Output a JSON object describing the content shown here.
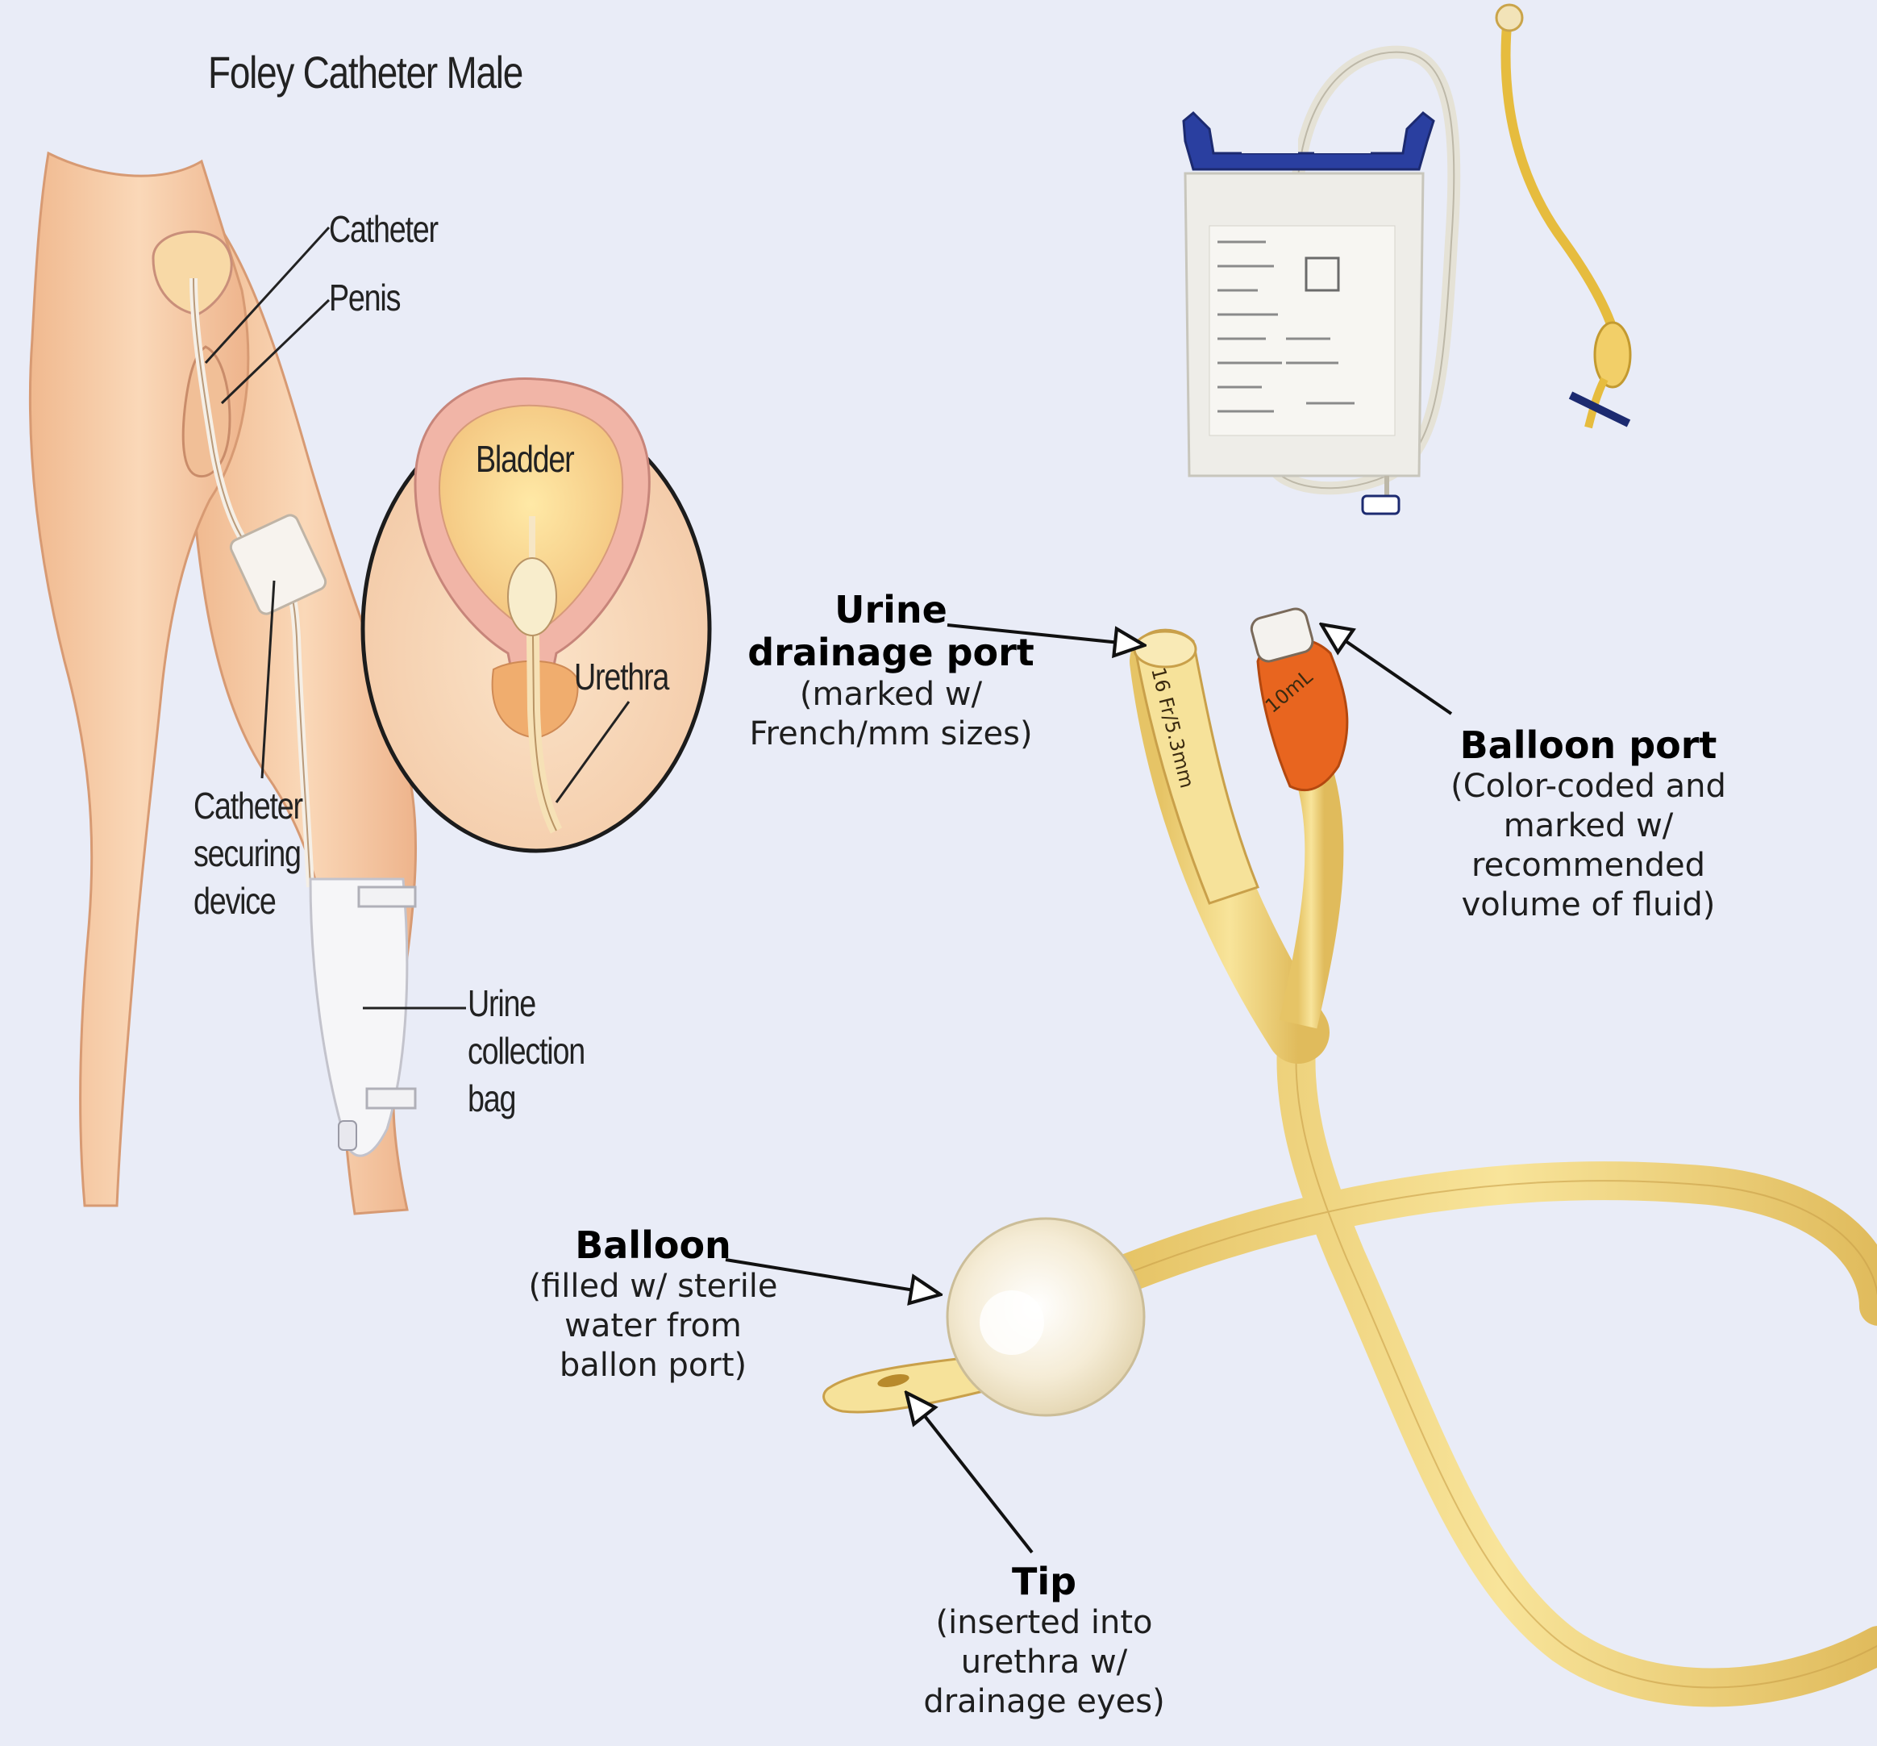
{
  "illustration": {
    "title": "Foley Catheter Male",
    "labels": {
      "catheter": "Catheter",
      "penis": "Penis",
      "bladder": "Bladder",
      "urethra": "Urethra",
      "securing_device": [
        "Catheter",
        "securing",
        "device"
      ],
      "collection_bag": [
        "Urine",
        "collection",
        "bag"
      ]
    }
  },
  "catheter_parts": {
    "drainage_port": {
      "title": [
        "Urine",
        "drainage port"
      ],
      "detail": [
        "(marked w/",
        "French/mm sizes)"
      ],
      "size_marking": "16 Fr/5.3mm"
    },
    "balloon_port": {
      "title": "Balloon port",
      "detail": [
        "(Color-coded and",
        "marked w/",
        "recommended",
        "volume of fluid)"
      ],
      "volume_marking": "10mL"
    },
    "balloon": {
      "title": "Balloon",
      "detail": [
        "(filled w/ sterile",
        "water from",
        "ballon port)"
      ]
    },
    "tip": {
      "title": "Tip",
      "detail": [
        "(inserted into",
        "urethra w/",
        "drainage eyes)"
      ]
    }
  },
  "colors": {
    "background": "#e9ecf7",
    "skin": "#f6cba5",
    "catheter_latex": "#f3da86",
    "balloon_port_orange": "#e8651f",
    "bag_hanger_blue": "#2a3fa0"
  }
}
